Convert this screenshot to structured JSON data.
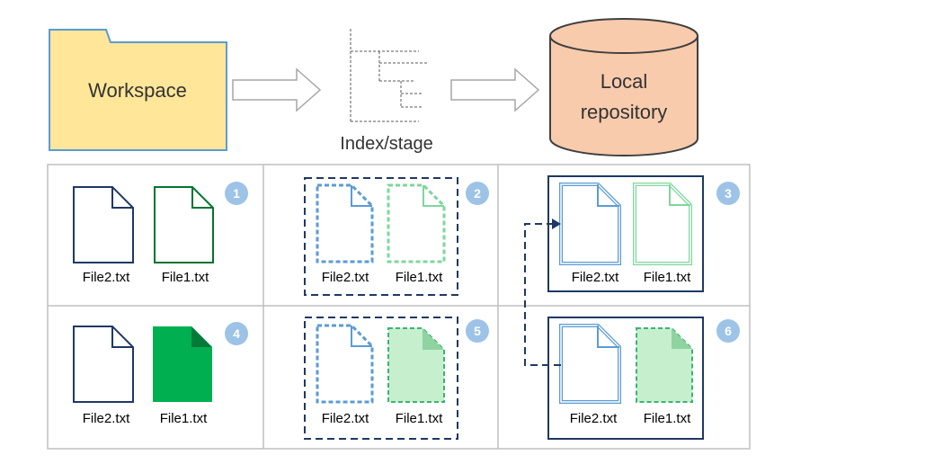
{
  "flow": {
    "workspace_label": "Workspace",
    "index_label": "Index/stage",
    "repo_label_line1": "Local",
    "repo_label_line2": "repository"
  },
  "cells": [
    {
      "number": "1",
      "files": [
        "File2.txt",
        "File1.txt"
      ]
    },
    {
      "number": "2",
      "files": [
        "File2.txt",
        "File1.txt"
      ]
    },
    {
      "number": "3",
      "files": [
        "File2.txt",
        "File1.txt"
      ]
    },
    {
      "number": "4",
      "files": [
        "File2.txt",
        "File1.txt"
      ]
    },
    {
      "number": "5",
      "files": [
        "File2.txt",
        "File1.txt"
      ]
    },
    {
      "number": "6",
      "files": [
        "File2.txt",
        "File1.txt"
      ]
    }
  ],
  "colors": {
    "folder_fill": "#FFE699",
    "folder_stroke": "#5B9BD5",
    "repo_fill": "#F8CBAD",
    "file_blue": "#1F3864",
    "file_green": "#00B050",
    "file_light_blue": "#5B9BD5",
    "file_light_green": "#7FD69D",
    "badge": "#9DC3E6",
    "grid": "#BFBFBF"
  }
}
